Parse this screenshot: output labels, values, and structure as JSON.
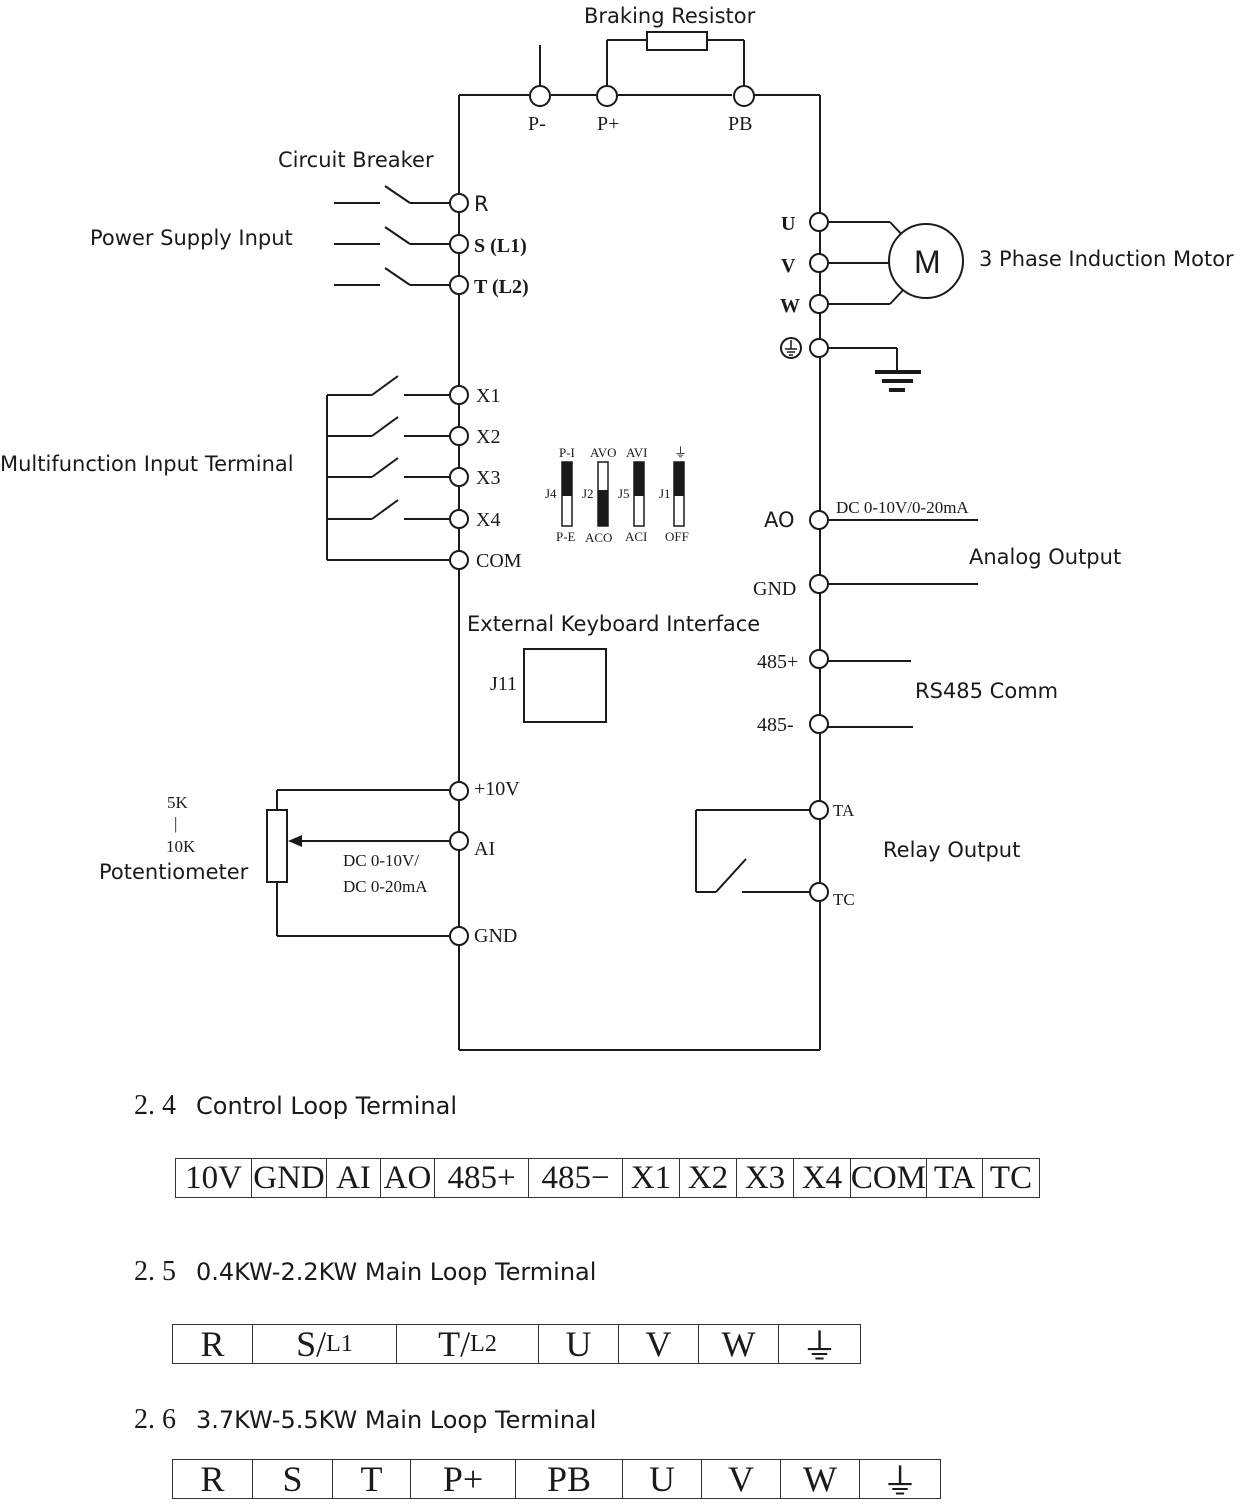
{
  "labels": {
    "braking_resistor": "Braking Resistor",
    "circuit_breaker": "Circuit Breaker",
    "power_supply_input": "Power Supply Input",
    "multifunction_input": "Multifunction Input Terminal",
    "motor": "3 Phase Induction Motor",
    "motor_symbol": "M",
    "analog_output": "Analog Output",
    "ao_range": "DC 0-10V/0-20mA",
    "external_keyboard": "External Keyboard Interface",
    "keyboard_connector": "J11",
    "rs485": "RS485 Comm",
    "relay_output": "Relay Output",
    "pot_5k": "5K",
    "pot_sep": "|",
    "pot_10k": "10K",
    "potentiometer": "Potentiometer",
    "ai_range_1": "DC 0-10V/",
    "ai_range_2": "DC 0-20mA"
  },
  "terminals": {
    "p_minus": "P-",
    "p_plus": "P+",
    "pb": "PB",
    "r": "R",
    "s": "S (L1)",
    "t": "T (L2)",
    "x1": "X1",
    "x2": "X2",
    "x3": "X3",
    "x4": "X4",
    "com": "COM",
    "plus10v": "+10V",
    "ai": "AI",
    "gnd_left": "GND",
    "u": "U",
    "v": "V",
    "w": "W",
    "ao": "AO",
    "gnd_right": "GND",
    "rs485_plus": "485+",
    "rs485_minus": "485-",
    "ta": "TA",
    "tc": "TC"
  },
  "jumpers": {
    "top": [
      "P-I",
      "AVO",
      "AVI",
      "⏚"
    ],
    "names": [
      "J4",
      "J2",
      "J5",
      "J1"
    ],
    "bottom": [
      "P-E",
      "ACO",
      "ACI",
      "OFF"
    ]
  },
  "sections": [
    {
      "number": "2. 4",
      "title": "Control Loop Terminal",
      "cells": [
        "10V",
        "GND",
        "AI",
        "AO",
        "485+",
        "485−",
        "X1",
        "X2",
        "X3",
        "X4",
        "COM",
        "TA",
        "TC"
      ]
    },
    {
      "number": "2. 5",
      "title": "0.4KW-2.2KW Main Loop Terminal",
      "cells": [
        "R",
        "S/",
        "L1",
        "T/",
        "L2",
        "U",
        "V",
        "W",
        "⏚"
      ]
    },
    {
      "number": "2. 6",
      "title": "3.7KW-5.5KW Main Loop Terminal",
      "cells": [
        "R",
        "S",
        "T",
        "P+",
        "PB",
        "U",
        "V",
        "W",
        "⏚"
      ]
    }
  ]
}
